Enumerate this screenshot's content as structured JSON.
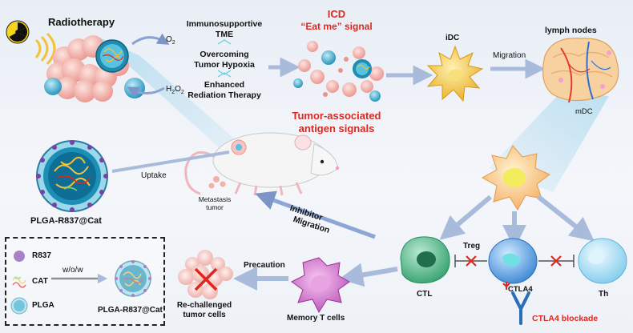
{
  "labels": {
    "radiotherapy": "Radiotherapy",
    "o2": "O",
    "o2_sub": "2",
    "h2o2_a": "H",
    "h2o2_sub1": "2",
    "h2o2_b": "O",
    "h2o2_sub2": "2",
    "immunosupportive": "Immunosupportive",
    "tme": "TME",
    "overcoming": "Overcoming",
    "tumor_hypoxia": "Tumor Hypoxia",
    "enhanced": "Enhanced",
    "radiation_therapy": "Rediation Therapy",
    "icd": "ICD",
    "eat_me": "“Eat me” signal",
    "tumor_associated": "Tumor-associated",
    "antigen_signals": "antigen signals",
    "idc": "iDC",
    "migration_top": "Migration",
    "lymph_nodes": "lymph nodes",
    "mdc": "mDC",
    "uptake": "Uptake",
    "metastasis": "Metastasis",
    "tumor": "tumor",
    "inhibitor": "Inhibitor",
    "migration_mid": "Migration",
    "plga_r837_cat": "PLGA-R837@Cat",
    "ctl": "CTL",
    "treg": "Treg",
    "ctla4": "CTLA4",
    "th": "Th",
    "ctla4_blockade": "CTLA4 blockade",
    "precaution": "Precaution",
    "memory_t_cells": "Memory T cells",
    "re_challenged": "Re-challenged",
    "tumor_cells": "tumor cells"
  },
  "legend": {
    "r837": "R837",
    "cat": "CAT",
    "plga": "PLGA",
    "wow": "w/o/w",
    "product": "PLGA-R837@Cat"
  },
  "colors": {
    "arrow": "#a9bbdb",
    "red_text": "#e0261d",
    "ctl_cell": "#3fae7a",
    "treg_cell": "#4a90d9",
    "th_cell": "#8fd0ee",
    "idc_cell": "#f2c23a",
    "memory_cell": "#c54fc0",
    "tumor_cell": "#f0a7a0",
    "nanoparticle": "#2aa6c9"
  }
}
